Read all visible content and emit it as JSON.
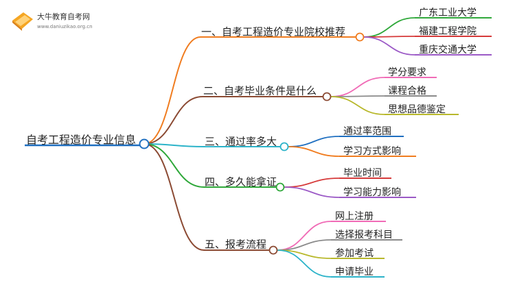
{
  "brand": {
    "name": "大牛教育自考网",
    "url": "www.daniuzikao.org.cn"
  },
  "mindmap": {
    "root": "自考工程造价专业信息",
    "branches": [
      {
        "label": "一、自考工程造价专业院校推荐",
        "color": "#f07c1f",
        "children": [
          {
            "label": "广东工业大学",
            "color": "#2fa83a"
          },
          {
            "label": "福建工程学院",
            "color": "#d63a3a"
          },
          {
            "label": "重庆交通大学",
            "color": "#9b59c6"
          }
        ]
      },
      {
        "label": "二、自考毕业条件是什么",
        "color": "#8b4a33",
        "children": [
          {
            "label": "学分要求",
            "color": "#f06bb6"
          },
          {
            "label": "课程合格",
            "color": "#8a8a8a"
          },
          {
            "label": "思想品德鉴定",
            "color": "#b8b82b"
          }
        ]
      },
      {
        "label": "三、通过率多大",
        "color": "#2bb3c9",
        "children": [
          {
            "label": "通过率范围",
            "color": "#1f6fc0"
          },
          {
            "label": "学习方式影响",
            "color": "#f07c1f"
          }
        ]
      },
      {
        "label": "四、多久能拿证",
        "color": "#2fa83a",
        "children": [
          {
            "label": "毕业时间",
            "color": "#d63a3a"
          },
          {
            "label": "学习能力影响",
            "color": "#9b59c6"
          }
        ]
      },
      {
        "label": "五、报考流程",
        "color": "#8b4a33",
        "children": [
          {
            "label": "网上注册",
            "color": "#f06bb6"
          },
          {
            "label": "选择报考科目",
            "color": "#8a8a8a"
          },
          {
            "label": "参加考试",
            "color": "#b8b82b"
          },
          {
            "label": "申请毕业",
            "color": "#2bb3c9"
          }
        ]
      }
    ]
  }
}
